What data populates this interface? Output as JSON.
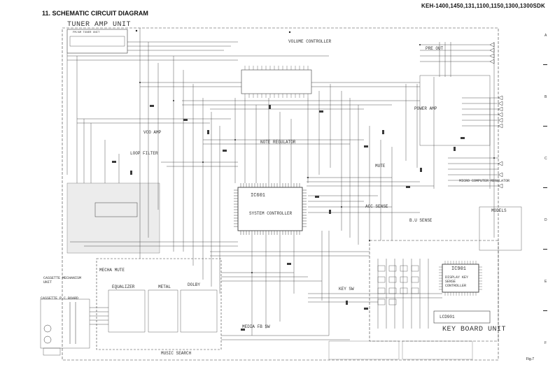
{
  "header": {
    "title": "11. SCHEMATIC CIRCUIT DIAGRAM",
    "models": "KEH-1400,1450,131,1100,1150,1300,1300SDK"
  },
  "edge_letters": [
    "A",
    "B",
    "C",
    "D",
    "E",
    "F"
  ],
  "figure": "Fig.7",
  "labels": {
    "tuner_amp_unit": "TUNER AMP UNIT",
    "fm_am_tuner_unit": "FM/AM TUNER UNIT",
    "volume_controller": "VOLUME CONTROLLER",
    "pre_out": "PRE OUT",
    "power_amp": "POWER AMP",
    "vco_amp": "VCO AMP",
    "loop_filter": "LOOP FILTER",
    "note_regulator": "NOTE REGULATOR",
    "mute": "MUTE",
    "microcomputer_regulator": "MICRO COMPUTER REGULATOR",
    "acc_sense": "ACC SENSE",
    "bu_sense": "B.U SENSE",
    "ic601": "IC601",
    "system_controller": "SYSTEM CONTROLLER",
    "models": "MODELS",
    "mecha_mute": "MECHA MUTE",
    "equalizer": "EQUALIZER",
    "metal": "METAL",
    "dolby": "DOLBY",
    "cassette_mechanism_unit": "CASSETTE MECHANISM UNIT",
    "cassette_pc_board": "CASSETTE P.C.BOARD",
    "key_sw": "KEY SW",
    "media_fb_sw": "MEDIA FB SW",
    "music_search": "MUSIC SEARCH",
    "ic901": "IC901",
    "display_key_controller": "DISPLAY KEY SENSE CONTROLLER",
    "lcd901": "LCD901",
    "key_board_unit": "KEY BOARD UNIT"
  }
}
